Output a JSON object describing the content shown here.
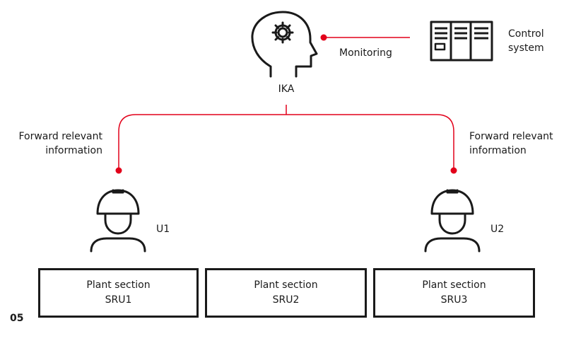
{
  "agent": {
    "label": "IKA"
  },
  "monitoring_label": "Monitoring",
  "control_system": {
    "line1": "Control",
    "line2": "system"
  },
  "forward_left": {
    "line1": "Forward relevant",
    "line2": "information"
  },
  "forward_right": {
    "line1": "Forward relevant",
    "line2": "information"
  },
  "users": [
    {
      "label": "U1"
    },
    {
      "label": "U2"
    }
  ],
  "sections": [
    {
      "title": "Plant section",
      "code": "SRU1"
    },
    {
      "title": "Plant section",
      "code": "SRU2"
    },
    {
      "title": "Plant section",
      "code": "SRU3"
    }
  ],
  "figure_number": "05",
  "colors": {
    "accent": "#e2001a",
    "ink": "#1a1a1a"
  },
  "icons": [
    "head-gear-icon",
    "control-cabinet-icon",
    "worker-icon"
  ]
}
